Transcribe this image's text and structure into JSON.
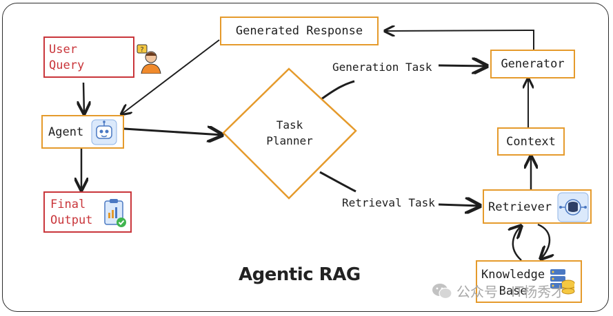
{
  "title": "Agentic RAG",
  "nodes": {
    "user_query": "User\nQuery",
    "agent": "Agent",
    "final_output": "Final\nOutput",
    "generated_response": "Generated Response",
    "task_planner": "Task\nPlanner",
    "generator": "Generator",
    "context": "Context",
    "retriever": "Retriever",
    "knowledge_base": "Knowledge\nBase"
  },
  "edge_labels": {
    "generation_task": "Generation Task",
    "retrieval_task": "Retrieval Task"
  },
  "watermark": "公众号 · IT杨秀才",
  "colors": {
    "orange": "#e59a2b",
    "red": "#c9353a",
    "stroke": "#1e1e1e"
  }
}
